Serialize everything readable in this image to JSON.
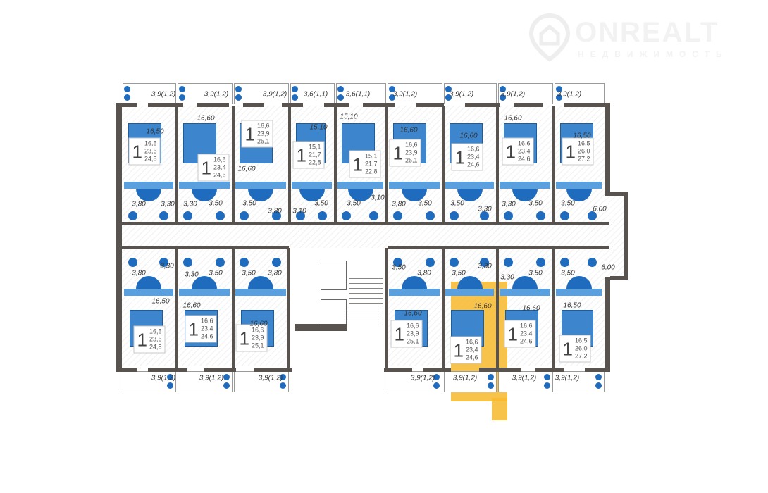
{
  "logo": {
    "brand": "ONREALT",
    "subtitle": "НЕДВИЖИМОСТЬ"
  },
  "colors": {
    "wall": "#58534f",
    "furniture": "#1f6bbd",
    "highlight": "#f7b92c"
  },
  "top_apartments": [
    {
      "rooms": "1",
      "living": "16,5",
      "total": "23,6",
      "total_balcony": "24,8"
    },
    {
      "rooms": "1",
      "living": "16,6",
      "total": "23,4",
      "total_balcony": "24,6"
    },
    {
      "rooms": "1",
      "living": "16,6",
      "total": "23,9",
      "total_balcony": "25,1"
    },
    {
      "rooms": "1",
      "living": "15,1",
      "total": "21,7",
      "total_balcony": "22,8"
    },
    {
      "rooms": "1",
      "living": "15,1",
      "total": "21,7",
      "total_balcony": "22,8"
    },
    {
      "rooms": "1",
      "living": "16,6",
      "total": "23,9",
      "total_balcony": "25,1"
    },
    {
      "rooms": "1",
      "living": "16,6",
      "total": "23,4",
      "total_balcony": "24,6"
    },
    {
      "rooms": "1",
      "living": "16,6",
      "total": "23,4",
      "total_balcony": "24,6"
    },
    {
      "rooms": "1",
      "living": "16,5",
      "total": "26,0",
      "total_balcony": "27,2"
    }
  ],
  "bottom_apartments": [
    {
      "rooms": "1",
      "living": "16,5",
      "total": "23,6",
      "total_balcony": "24,8"
    },
    {
      "rooms": "1",
      "living": "16,6",
      "total": "23,4",
      "total_balcony": "24,6"
    },
    {
      "rooms": "1",
      "living": "16,6",
      "total": "23,9",
      "total_balcony": "25,1"
    },
    {
      "rooms": "1",
      "living": "16,6",
      "total": "23,9",
      "total_balcony": "25,1"
    },
    {
      "rooms": "1",
      "living": "16,6",
      "total": "23,4",
      "total_balcony": "24,6",
      "highlighted": true
    },
    {
      "rooms": "1",
      "living": "16,6",
      "total": "23,4",
      "total_balcony": "24,6"
    },
    {
      "rooms": "1",
      "living": "16,5",
      "total": "26,0",
      "total_balcony": "27,2"
    }
  ],
  "top_balconies": [
    "3,9(1,2)",
    "3,9(1,2)",
    "3,9(1,2)",
    "3,6(1,1)",
    "3,6(1,1)",
    "3,9(1,2)",
    "3,9(1,2)",
    "3,9(1,2)",
    "3,9(1,2)"
  ],
  "bottom_balconies": [
    "3,9(1,2)",
    "3,9(1,2)",
    "3,9(1,2)",
    "3,9(1,2)",
    "3,9(1,2)",
    "3,9(1,2)",
    "3,9(1,2)"
  ],
  "top_room_labels": [
    "16,50",
    "16,60",
    "16,60",
    "15,10",
    "15,10",
    "16,60",
    "16,60",
    "16,60",
    "16,50"
  ],
  "bottom_room_labels": [
    "16,50",
    "16,60",
    "16,60",
    "16,60",
    "16,60",
    "16,60",
    "16,50"
  ],
  "top_aux_labels": [
    "3,80",
    "3,30",
    "3,30",
    "3,50",
    "3,50",
    "3,80",
    "3,10",
    "3,50",
    "3,50",
    "3,10",
    "3,80",
    "3,50",
    "3,50",
    "3,30",
    "3,30",
    "3,50",
    "3,50",
    "6,00"
  ],
  "bottom_aux_labels": [
    "3,80",
    "3,30",
    "3,30",
    "3,50",
    "3,50",
    "3,80",
    "3,50",
    "3,80",
    "3,50",
    "3,30",
    "3,30",
    "3,50",
    "3,50",
    "6,00"
  ]
}
